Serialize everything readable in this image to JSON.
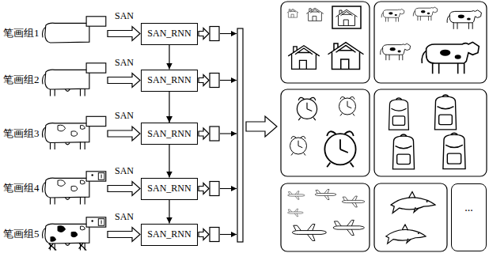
{
  "diagram": {
    "nodes": [
      {
        "text": [
          "SAN_RNN"
        ]
      },
      {
        "text": [
          "SAN_RNN"
        ]
      },
      {
        "text": [
          "SAN_RNN"
        ]
      },
      {
        "text": [
          "SAN_RNN"
        ]
      },
      {
        "text": [
          "SAN_RNN"
        ]
      },
      {
        "text": [
          "..."
        ]
      }
    ],
    "edges": [
      {
        "from": 0,
        "to": 1,
        "arrow": "to"
      },
      {
        "from": 1,
        "to": 2,
        "arrow": "to"
      },
      {
        "from": 2,
        "to": 3,
        "arrow": "to"
      },
      {
        "from": 3,
        "to": 4,
        "arrow": "to"
      }
    ],
    "labels": [
      "笔画组1",
      "SAN",
      "笔画组2",
      "SAN",
      "笔画组3",
      "SAN",
      "笔画组4",
      "SAN",
      "笔画组5",
      "SAN"
    ]
  }
}
